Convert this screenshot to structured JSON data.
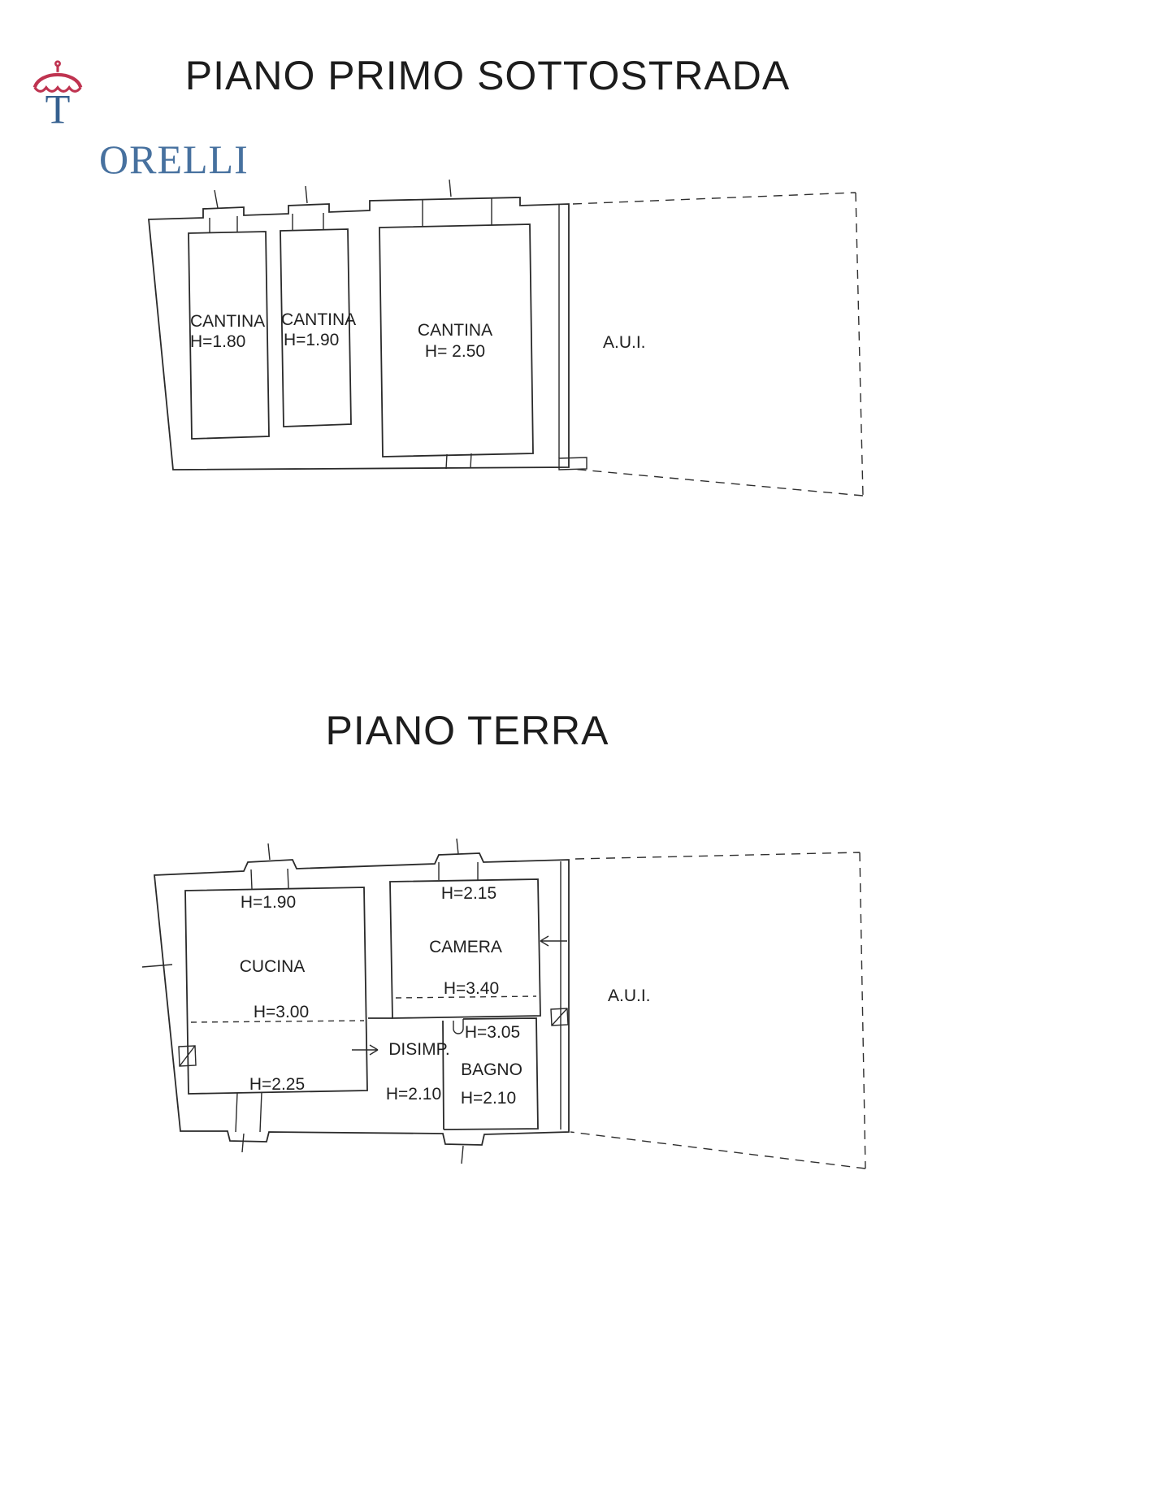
{
  "logo": {
    "initial": "T",
    "brand": "ORELLI",
    "red": "#bf3350",
    "blue": "#35608f"
  },
  "colors": {
    "ink": "#2a2a2a"
  },
  "sottostrada": {
    "title": "PIANO PRIMO SOTTOSTRADA",
    "cantina1": {
      "name": "CANTINA",
      "h": "H=1.80"
    },
    "cantina2": {
      "name": "CANTINA",
      "h": "H=1.90"
    },
    "cantina3": {
      "name": "CANTINA",
      "h": "H= 2.50"
    },
    "aui": "A.U.I."
  },
  "terra": {
    "title": "PIANO TERRA",
    "cucina": {
      "h_top": "H=1.90",
      "name": "CUCINA",
      "h_mid": "H=3.00",
      "h_low": "H=2.25"
    },
    "camera": {
      "h_top": "H=2.15",
      "name": "CAMERA",
      "h_mid": "H=3.40"
    },
    "disimp": {
      "name": "DISIMP.",
      "h": "H=2.10"
    },
    "bagno": {
      "h_top": "H=3.05",
      "name": "BAGNO",
      "h_low": "H=2.10"
    },
    "aui": "A.U.I."
  }
}
